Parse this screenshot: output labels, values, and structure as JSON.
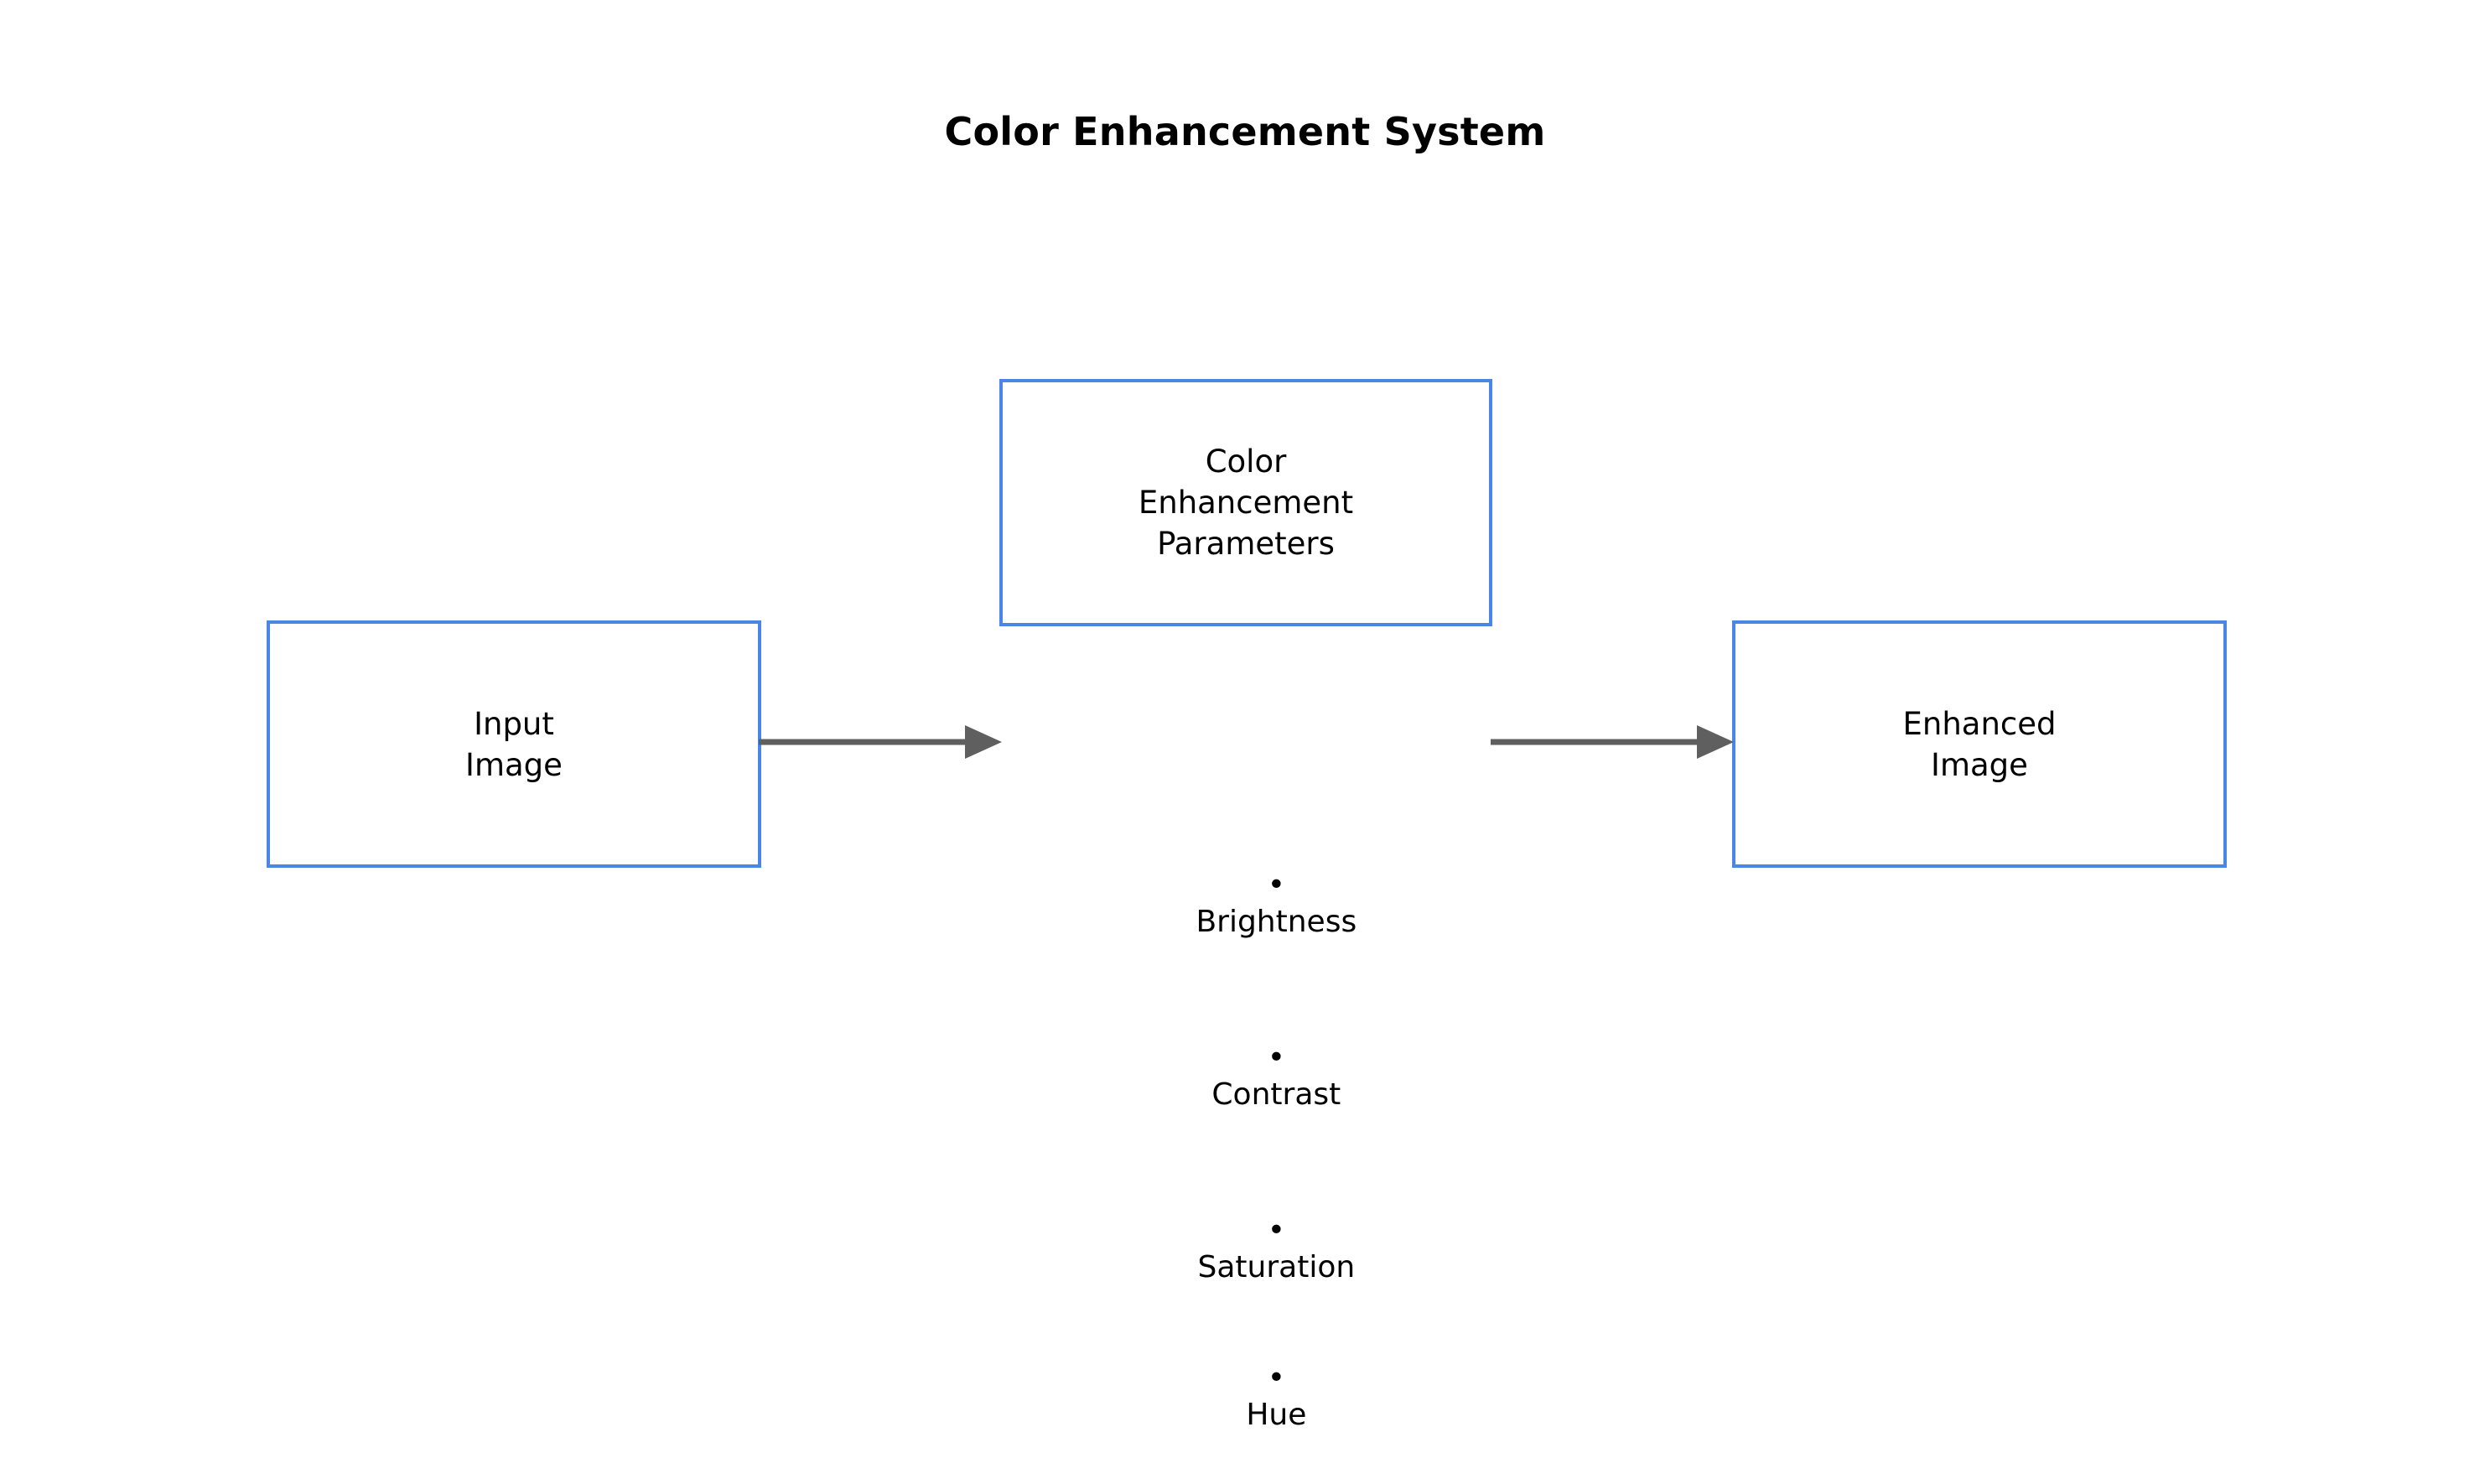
{
  "title": "Color Enhancement System",
  "colors": {
    "box_border": "#4a86e8",
    "arrow": "#5f5f5f",
    "text": "#000000",
    "background": "#ffffff"
  },
  "nodes": {
    "input": {
      "label": "Input\nImage"
    },
    "parameters": {
      "label": "Color\nEnhancement\nParameters"
    },
    "enhanced": {
      "label": "Enhanced\nImage"
    }
  },
  "arrows": [
    {
      "name": "input-to-enhancement",
      "label": ""
    },
    {
      "name": "enhancement-to-output",
      "label": ""
    }
  ],
  "parameter_list": [
    {
      "bullet": "•",
      "label": "Brightness"
    },
    {
      "bullet": "•",
      "label": "Contrast"
    },
    {
      "bullet": "•",
      "label": "Saturation"
    },
    {
      "bullet": "•",
      "label": "Hue"
    }
  ]
}
